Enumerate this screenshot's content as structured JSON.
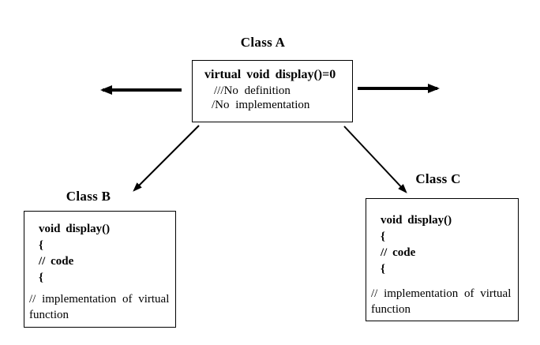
{
  "colors": {
    "ink": "#000000",
    "background": "#ffffff"
  },
  "diagram": {
    "class_a": {
      "title": "Class A",
      "signature": "virtual void display()=0",
      "comment1": "///No definition",
      "comment2": "/No implementation"
    },
    "class_b": {
      "title": "Class B",
      "code": [
        "void display()",
        "{",
        "// code",
        "{"
      ],
      "comment_line1": "// implementation of virtual",
      "comment_line2": "function"
    },
    "class_c": {
      "title": "Class C",
      "code": [
        "void display()",
        "{",
        "// code",
        "{"
      ],
      "comment_line1": "// implementation of virtual",
      "comment_line2": "function"
    }
  }
}
